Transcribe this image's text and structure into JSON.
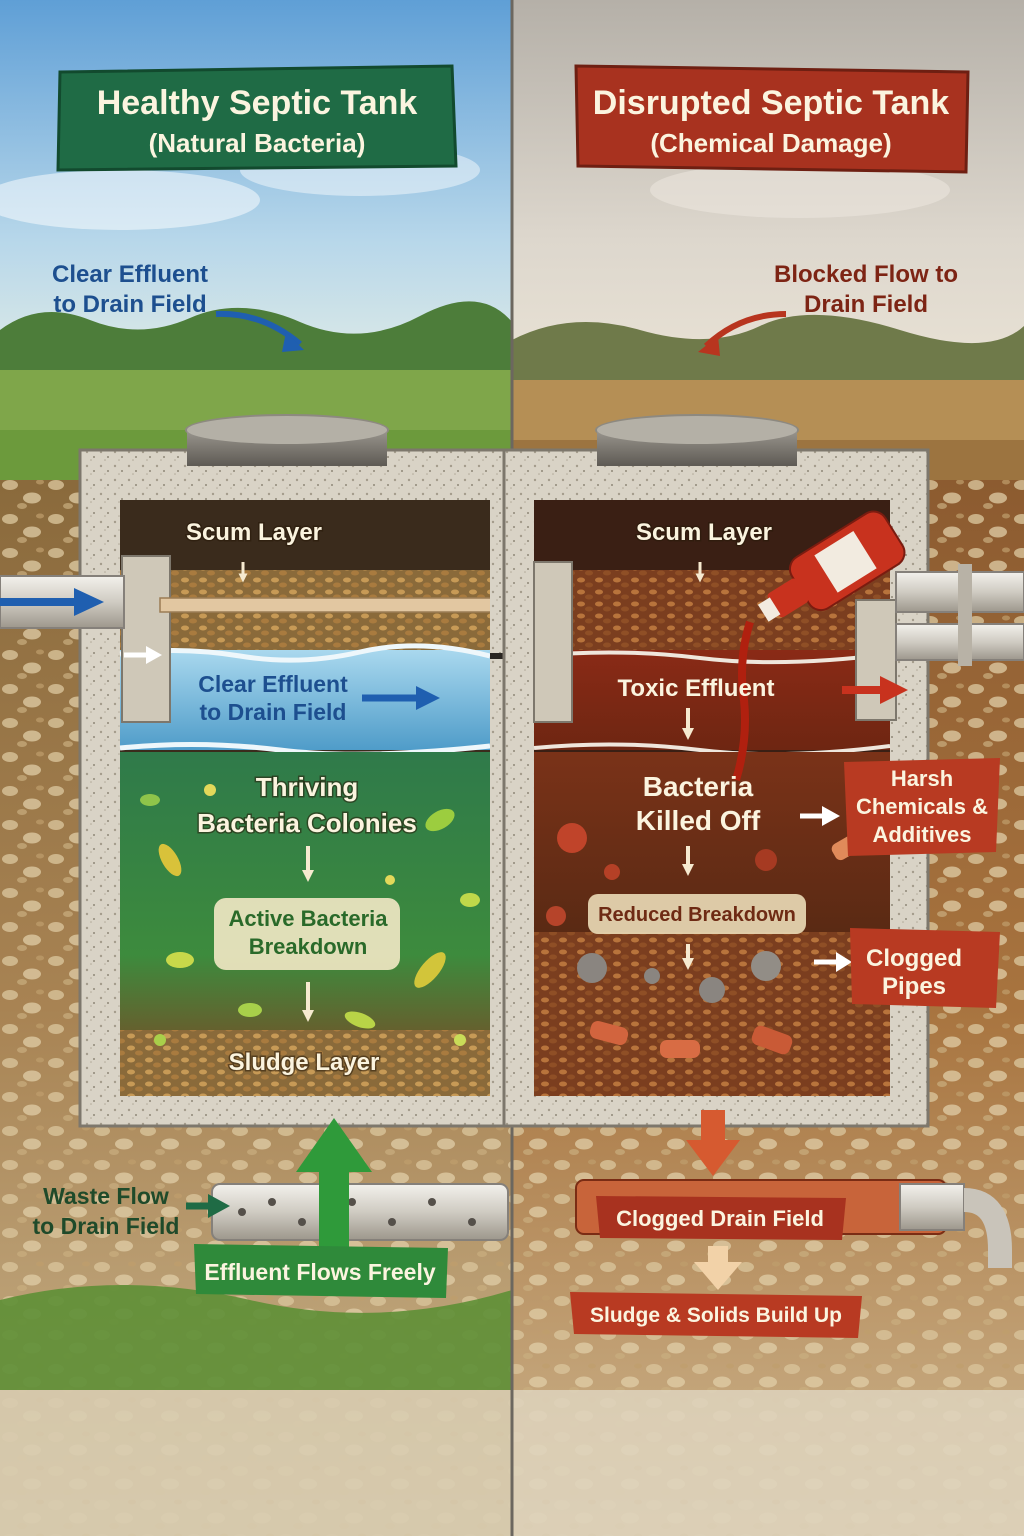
{
  "left": {
    "title": "Healthy Septic Tank",
    "subtitle": "(Natural Bacteria)",
    "sky_note": "Clear Effluent\nto Drain Field",
    "scum": "Scum Layer",
    "effluent": "Clear Effluent\nto Drain Field",
    "bacteria": "Thriving\nBacteria Colonies",
    "breakdown": "Active Bacteria\nBreakdown",
    "sludge": "Sludge Layer",
    "waste_flow": "Waste Flow\nto Drain Field",
    "flows_freely": "Effluent Flows Freely"
  },
  "right": {
    "title": "Disrupted Septic Tank",
    "subtitle": "(Chemical Damage)",
    "sky_note": "Blocked Flow to\nDrain Field",
    "scum": "Scum Layer",
    "effluent": "Toxic Effluent",
    "bacteria": "Bacteria\nKilled Off",
    "chemicals": "Harsh\nChemicals &\nAdditives",
    "breakdown": "Reduced Breakdown",
    "clogged_pipes": "Clogged\nPipes",
    "clogged_field": "Clogged Drain Field",
    "sludge_build": "Sludge & Solids Build Up"
  },
  "colors": {
    "healthy_banner": "#1f6b45",
    "disrupted_banner": "#a8321f",
    "healthy_arrow": "#2f9a3a",
    "blue_arrow": "#1f5fb0",
    "red_arrow": "#b8351f"
  }
}
